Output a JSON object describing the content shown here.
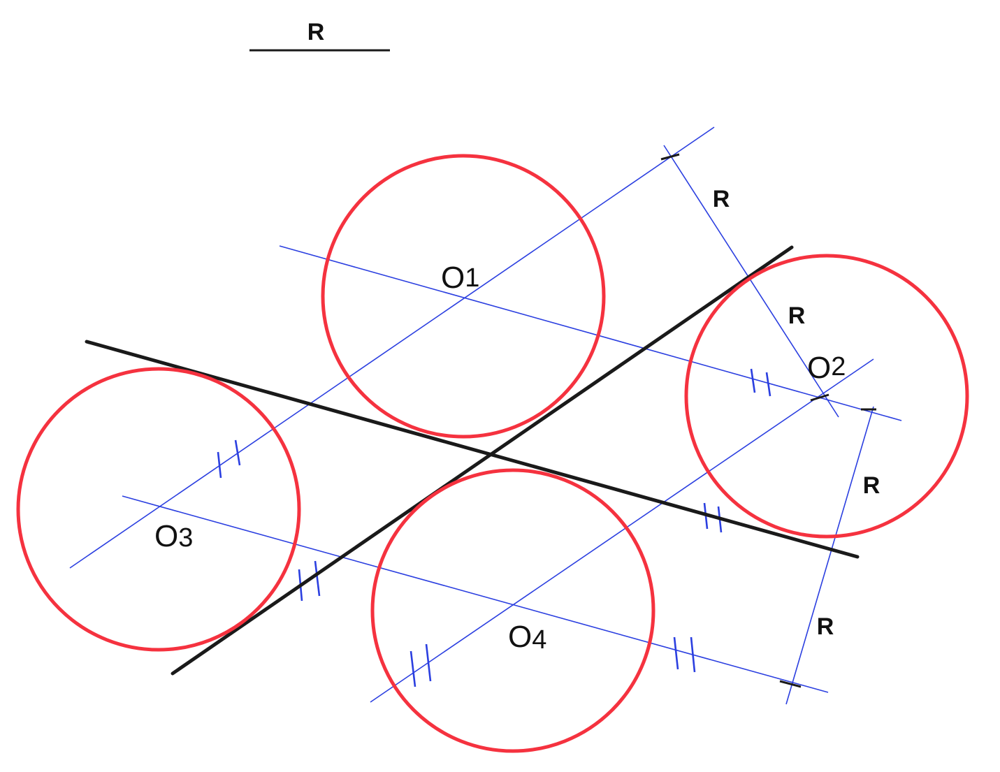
{
  "scale": {
    "label": "R"
  },
  "circles": [
    {
      "name": "O",
      "sub": "1"
    },
    {
      "name": "O",
      "sub": "2"
    },
    {
      "name": "O",
      "sub": "3"
    },
    {
      "name": "O",
      "sub": "4"
    }
  ],
  "radius_labels": [
    "R",
    "R",
    "R",
    "R"
  ],
  "colors": {
    "circle": "#f5323f",
    "construction": "#2b3fe0",
    "given_line": "#1a1a1a",
    "text": "#111111"
  }
}
